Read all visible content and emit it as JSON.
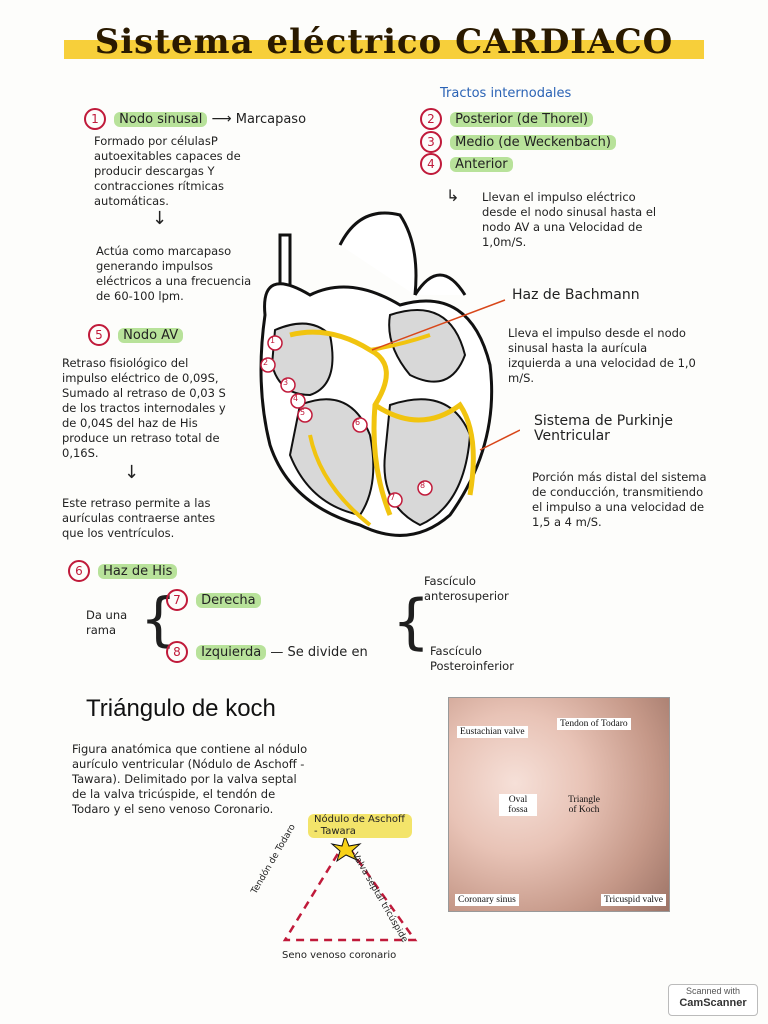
{
  "title": "Sistema eléctrico CARDIACO",
  "left": {
    "item1": {
      "num": "1",
      "label": "Nodo sinusal",
      "arrow_to": "Marcapaso",
      "desc": "Formado por célulasP autoexitables capaces de producir descargas Y contracciones rítmicas automáticas.",
      "desc2": "Actúa como marcapaso generando impulsos eléctricos a una frecuencia de 60-100 lpm."
    },
    "item5": {
      "num": "5",
      "label": "Nodo AV",
      "desc": "Retraso fisiológico del impulso eléctrico de 0,09S, Sumado al retraso de 0,03 S de los tractos internodales y de 0,04S del haz de His produce un retraso total de 0,16S.",
      "desc2": "Este retraso permite a las aurículas contraerse antes que los ventrículos."
    },
    "item6": {
      "num": "6",
      "label": "Haz de His",
      "split": "Da una rama",
      "r7": {
        "num": "7",
        "label": "Derecha"
      },
      "r8": {
        "num": "8",
        "label": "Izquierda"
      },
      "divides": "— Se divide en",
      "f1": "Fascículo anterosuperior",
      "f2": "Fascículo Posteroinferior"
    }
  },
  "right": {
    "tracts_title": "Tractos internodales",
    "t2": {
      "num": "2",
      "label": "Posterior (de Thorel)"
    },
    "t3": {
      "num": "3",
      "label": "Medio (de Weckenbach)"
    },
    "t4": {
      "num": "4",
      "label": "Anterior"
    },
    "tracts_desc": "Llevan el impulso eléctrico desde el nodo sinusal hasta el nodo AV a una Velocidad de 1,0m/S.",
    "bachmann_title": "Haz de Bachmann",
    "bachmann_desc": "Lleva el impulso desde el nodo sinusal hasta la aurícula izquierda a una velocidad de 1,0 m/S.",
    "purkinje_title": "Sistema de Purkinje Ventricular",
    "purkinje_desc": "Porción más distal del sistema de conducción, transmitiendo el impulso a una velocidad de 1,5 a 4 m/S."
  },
  "heart_labels": [
    "1",
    "2",
    "3",
    "4",
    "5",
    "6",
    "7",
    "8"
  ],
  "koch": {
    "title": "Triángulo de koch",
    "desc": "Figura anatómica que contiene al nódulo aurículo ventricular (Nódulo de Aschoff - Tawara). Delimitado por la valva septal de la valva tricúspide, el tendón de Todaro y el seno venoso Coronario.",
    "node_label": "Nódulo de Aschoff - Tawara",
    "side_left": "Tendón de Todaro",
    "side_right": "Valva septal tricúspide",
    "bottom": "Seno venoso coronario"
  },
  "photo": {
    "eustachian": "Eustachian valve",
    "tendon": "Tendon of Todaro",
    "oval": "Oval fossa",
    "triangle": "Triangle of Koch",
    "coronary": "Coronary sinus",
    "tricuspid": "Tricuspid valve"
  },
  "scanner": {
    "line1": "Scanned with",
    "line2": "CamScanner"
  }
}
